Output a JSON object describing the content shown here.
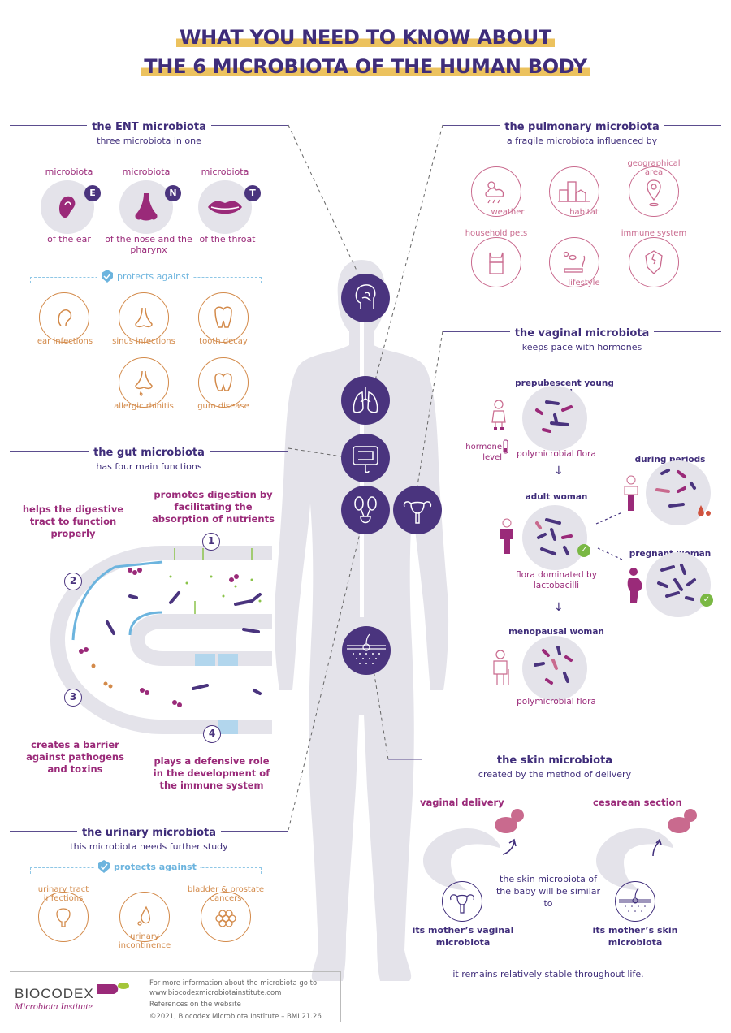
{
  "title": {
    "line1": "WHAT YOU NEED TO KNOW ABOUT",
    "line2": "THE 6 MICROBIOTA OF THE HUMAN BODY"
  },
  "colors": {
    "primary_purple": "#4a347e",
    "title_highlight": "#ecc25e",
    "magenta": "#9a2a79",
    "orange": "#d38a4a",
    "pink": "#c96a8e",
    "light_blue": "#6cb4de",
    "green_check": "#7ab844",
    "body_grey": "#e4e3ea"
  },
  "ent": {
    "title": "the ENT microbiota",
    "subtitle": "three microbiota in one",
    "items": [
      {
        "top": "microbiota",
        "bottom": "of the ear",
        "badge": "E",
        "icon": "ear-icon"
      },
      {
        "top": "microbiota",
        "bottom": "of the nose and the pharynx",
        "badge": "N",
        "icon": "nose-icon"
      },
      {
        "top": "microbiota",
        "bottom": "of the throat",
        "badge": "T",
        "icon": "lips-icon"
      }
    ],
    "protects_label": "protects against",
    "protects": [
      {
        "label": "ear infections",
        "icon": "ear-infection-icon"
      },
      {
        "label": "sinus infections",
        "icon": "sinus-icon"
      },
      {
        "label": "tooth decay",
        "icon": "tooth-decay-icon"
      },
      {
        "label": "allergic rhinitis",
        "icon": "runny-nose-icon"
      },
      {
        "label": "gum disease",
        "icon": "gum-disease-icon"
      }
    ]
  },
  "pulmonary": {
    "title": "the pulmonary microbiota",
    "subtitle": "a fragile microbiota influenced by",
    "factors": [
      {
        "label": "weather",
        "icon": "weather-icon"
      },
      {
        "label": "habitat",
        "icon": "buildings-icon"
      },
      {
        "label": "geographical area",
        "icon": "location-pin-icon"
      },
      {
        "label": "household pets",
        "icon": "cat-icon"
      },
      {
        "label": "lifestyle",
        "icon": "cigarette-pills-icon"
      },
      {
        "label": "immune system",
        "icon": "shield-icon"
      }
    ]
  },
  "vaginal": {
    "title": "the vaginal microbiota",
    "subtitle": "keeps pace with hormones",
    "hormone_label": "hormone level",
    "stages": [
      {
        "name": "prepubescent young girl",
        "flora": "polymicrobial flora"
      },
      {
        "name": "adult woman",
        "flora": "flora dominated by lactobacilli"
      },
      {
        "name": "during periods",
        "flora": ""
      },
      {
        "name": "pregnant woman",
        "flora": ""
      },
      {
        "name": "menopausal woman",
        "flora": "polymicrobial flora"
      }
    ]
  },
  "gut": {
    "title": "the gut microbiota",
    "subtitle": "has four main functions",
    "functions": [
      {
        "num": "1",
        "text": "promotes digestion by facilitating the absorption of nutrients"
      },
      {
        "num": "2",
        "text": "helps the digestive tract to function properly"
      },
      {
        "num": "3",
        "text": "creates a barrier against pathogens and toxins"
      },
      {
        "num": "4",
        "text": "plays a defensive role in the development of the immune system"
      }
    ]
  },
  "urinary": {
    "title": "the urinary microbiota",
    "subtitle": "this microbiota needs further study",
    "protects_label": "protects against",
    "protects": [
      {
        "label": "urinary tract infections",
        "icon": "bladder-icon"
      },
      {
        "label": "urinary incontinence",
        "icon": "drop-icon"
      },
      {
        "label": "bladder & prostate cancers",
        "icon": "cell-cluster-icon"
      }
    ]
  },
  "skin": {
    "title": "the skin microbiota",
    "subtitle": "created by the method of delivery",
    "vaginal_label": "vaginal delivery",
    "cesarean_label": "cesarean section",
    "middle_text": "the skin microbiota of the baby will be similar to",
    "vaginal_result": "its mother’s vaginal microbiota",
    "cesarean_result": "its mother’s skin microbiota",
    "footnote": "it remains relatively stable throughout life."
  },
  "footer": {
    "logo_main": "BIOCODEX",
    "logo_sub": "Microbiota Institute",
    "info": "For more information about the microbiota go to",
    "link": "www.biocodexmicrobiotainstitute.com",
    "refs": "References on the website",
    "copyright": "©2021, Biocodex Microbiota Institute  –  BMI 21.26"
  }
}
